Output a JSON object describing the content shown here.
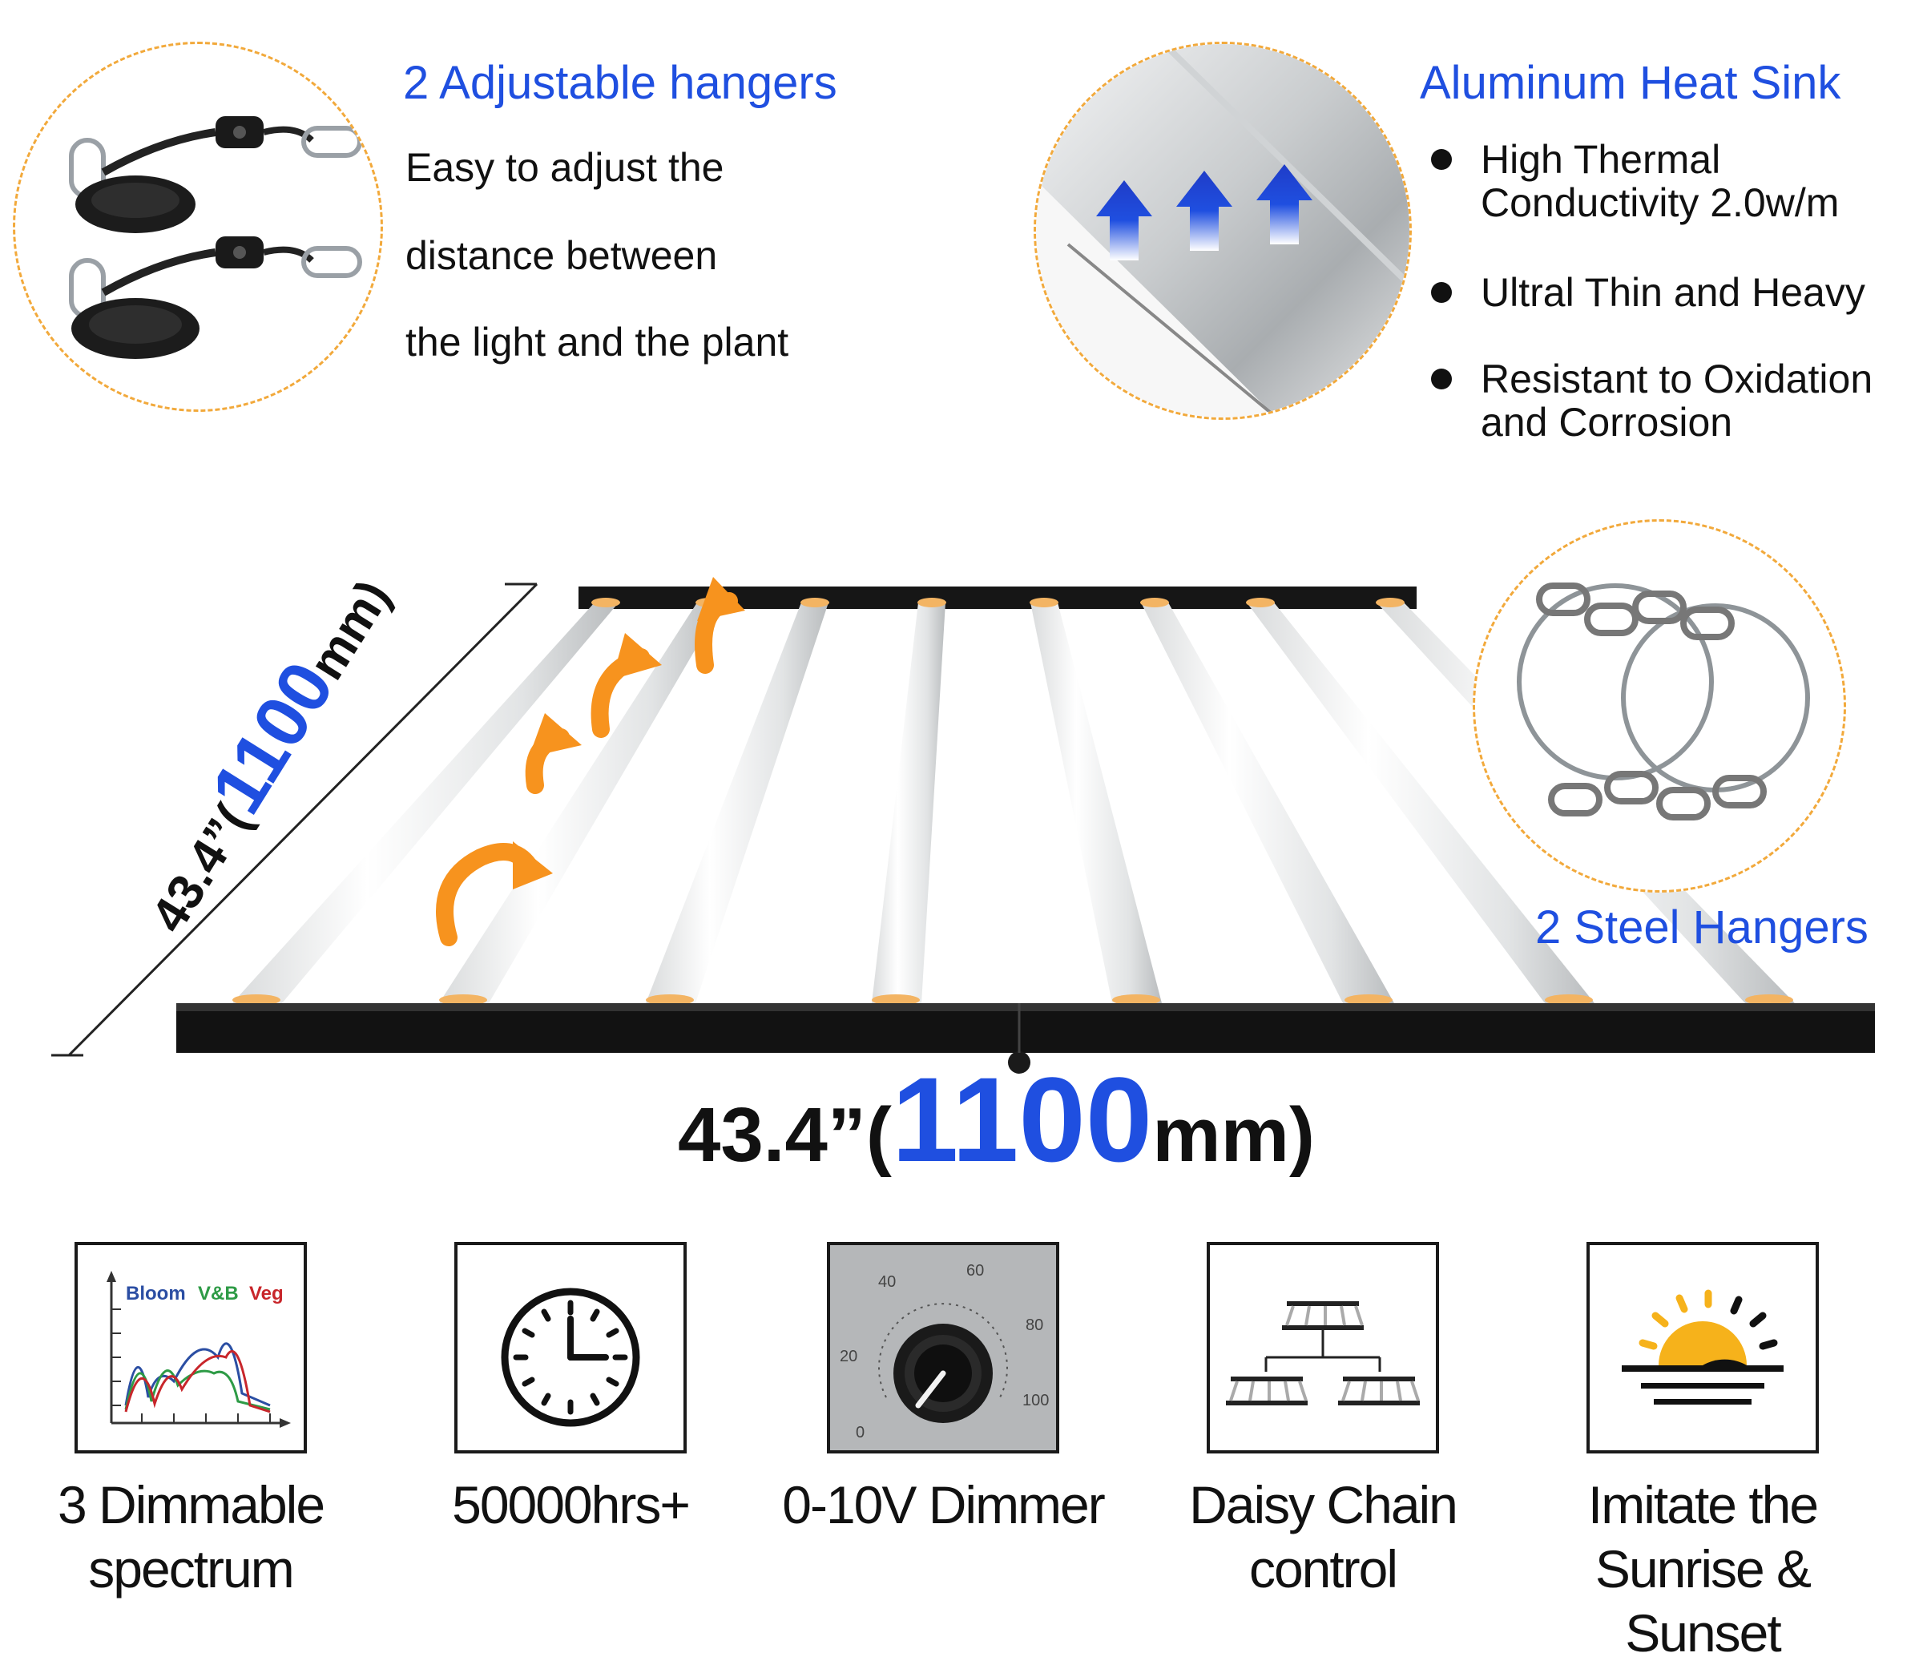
{
  "top_left": {
    "title": "2 Adjustable hangers",
    "lines": [
      "Easy to adjust the",
      "distance between",
      "the light and the plant"
    ],
    "image_icon": "rope-ratchet-hanger-icon"
  },
  "top_right": {
    "title": "Aluminum Heat Sink",
    "bullets": [
      [
        "High Thermal",
        "Conductivity 2.0w/m"
      ],
      [
        "Ultral Thin and Heavy"
      ],
      [
        "Resistant to Oxidation",
        "and Corrosion"
      ]
    ],
    "image_icon": "heat-sink-bar-icon"
  },
  "steel_hangers": {
    "title": "2 Steel Hangers",
    "image_icon": "steel-wire-hanger-icon"
  },
  "dimensions": {
    "depth": {
      "prefix": "43.4”(",
      "value": "1100",
      "suffix": "mm)"
    },
    "width": {
      "prefix": "43.4”(",
      "value": "1100",
      "suffix": "mm)"
    }
  },
  "features": [
    {
      "label_lines": [
        "3 Dimmable",
        "spectrum"
      ],
      "icon": "spectrum-chart-icon",
      "chart_labels": {
        "bloom": "Bloom",
        "vb": "V&B",
        "veg": "Veg"
      }
    },
    {
      "label_lines": [
        "50000hrs+"
      ],
      "icon": "clock-icon"
    },
    {
      "label_lines": [
        "0-10V Dimmer"
      ],
      "icon": "dimmer-knob-icon",
      "scale": [
        "0",
        "20",
        "40",
        "60",
        "80",
        "100"
      ]
    },
    {
      "label_lines": [
        "Daisy Chain",
        "control"
      ],
      "icon": "daisy-chain-icon"
    },
    {
      "label_lines": [
        "Imitate the",
        "Sunrise & Sunset"
      ],
      "icon": "sunrise-icon"
    }
  ],
  "colors": {
    "accent_blue": "#1f4fe0",
    "dashed_orange": "#f2a93b",
    "arrow_orange": "#f7931e",
    "frame_black": "#111111"
  }
}
